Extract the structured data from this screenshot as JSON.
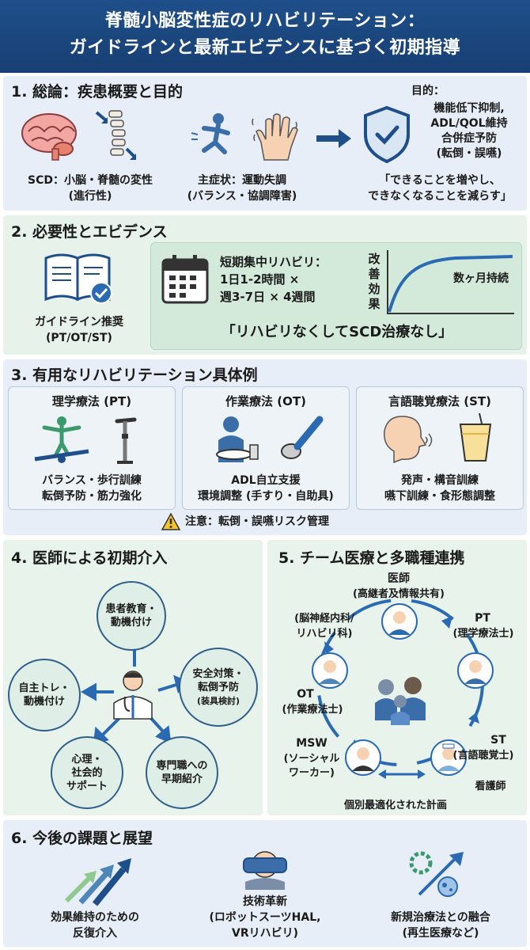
{
  "header": {
    "line1": "脊髄小脳変性症のリハビリテーション：",
    "line2": "ガイドラインと最新エビデンスに基づく初期指導"
  },
  "s1": {
    "title": "1. 総論：疾患概要と目的",
    "scd_line1": "SCD：小脳・脊髄の変性",
    "scd_line2": "(進行性)",
    "symptom_line1": "主症状：運動失調",
    "symptom_line2": "(バランス・協調障害)",
    "purpose_title": "目的：",
    "purpose_1": "機能低下抑制,",
    "purpose_2": "ADL/QOL維持",
    "purpose_3": "合併症予防",
    "purpose_4": "(転倒・誤嚥)",
    "quote_1": "「できることを増やし、",
    "quote_2": "できなくなることを減らす」"
  },
  "s2": {
    "title": "2. 必要性とエビデンス",
    "guideline_1": "ガイドライン推奨",
    "guideline_2": "(PT/OT/ST)",
    "intensive_1": "短期集中リハビリ：",
    "intensive_2": "1日1-2時間 ×",
    "intensive_3": "週3-7日 × 4週間",
    "yaxis_1": "改",
    "yaxis_2": "善",
    "yaxis_3": "効",
    "yaxis_4": "果",
    "sustain": "数ヶ月持続",
    "slogan": "「リハビリなくしてSCD治療なし」"
  },
  "s3": {
    "title": "3. 有用なリハビリテーション具体例",
    "pt_title": "理学療法 (PT)",
    "pt_1": "バランス・歩行訓練",
    "pt_2": "転倒予防・筋力強化",
    "ot_title": "作業療法 (OT)",
    "ot_1": "ADL自立支援",
    "ot_2": "環境調整 (手すり・自助具)",
    "st_title": "言語聴覚療法 (ST)",
    "st_1": "発声・構音訓練",
    "st_2": "嚥下訓練・食形態調整",
    "caution": "注意：転倒・誤嚥リスク管理"
  },
  "s4": {
    "title": "4. 医師による初期介入",
    "c_top": "患者教育・\n動機付け",
    "c_left": "自主トレ・\n動機付け",
    "c_right": "安全対策・\n転倒予防",
    "c_right_sub": "(装具検討)",
    "c_bl": "心理・\n社会的\nサポート",
    "c_br": "専門職への\n早期紹介"
  },
  "s5": {
    "title": "5. チーム医療と多職種連携",
    "doctor": "医師",
    "doctor_sub": "(高継者及情報共有)",
    "neuro_1": "(脳神経内科/",
    "neuro_2": "リハビリ科)",
    "pt": "PT",
    "pt_sub": "(理学療法士)",
    "ot": "OT",
    "ot_sub": "(作業療法士)",
    "st": "ST",
    "st_sub": "(言語聴覚士)",
    "msw": "MSW",
    "msw_1": "(ソーシャル",
    "msw_2": "ワーカー)",
    "nurse": "看護師",
    "plan": "個別最適化された計画"
  },
  "s6": {
    "title": "6. 今後の課題と展望",
    "item1_1": "効果維持のための",
    "item1_2": "反復介入",
    "item2_1": "技術革新",
    "item2_2": "(ロボットスーツHAL,",
    "item2_3": "VRリハビリ)",
    "item3_1": "新規治療法との融合",
    "item3_2": "(再生医療など)"
  },
  "colors": {
    "navy": "#1f4f8a",
    "accent": "#2a6ab3",
    "sec1_bg": "#e8eef7",
    "sec2_bg": "#e6f2ea",
    "sec3_bg": "#e8eef7",
    "sec45_bg": "#e8f3ec",
    "sec6_bg": "#e8eef7"
  }
}
